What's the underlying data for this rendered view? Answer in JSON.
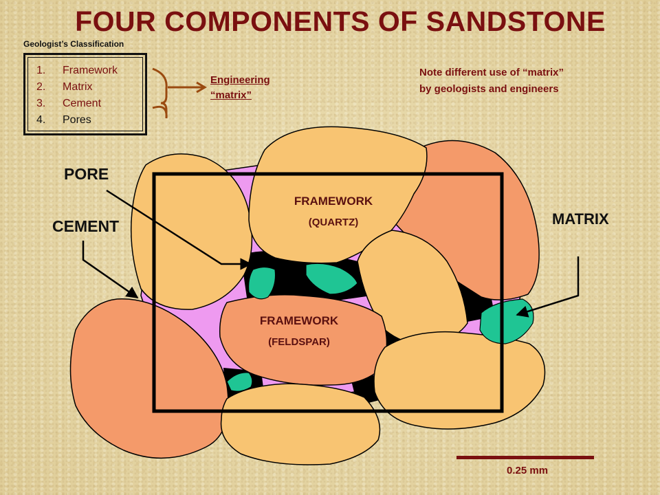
{
  "title": "FOUR COMPONENTS OF SANDSTONE",
  "classification": {
    "caption": "Geologist’s Classification",
    "items": [
      {
        "num": "1.",
        "label": "Framework"
      },
      {
        "num": "2.",
        "label": "Matrix"
      },
      {
        "num": "3.",
        "label": "Cement"
      },
      {
        "num": "4.",
        "label": "Pores"
      }
    ]
  },
  "engineering": {
    "line1": "Engineering",
    "line2": "“matrix”"
  },
  "note": {
    "line1": "Note different use of “matrix”",
    "line2": "by geologists and engineers"
  },
  "labels": {
    "pore": "PORE",
    "cement": "CEMENT",
    "matrix": "MATRIX",
    "quartz_title": "FRAMEWORK",
    "quartz_sub": "(QUARTZ)",
    "feldspar_title": "FRAMEWORK",
    "feldspar_sub": "(FELDSPAR)"
  },
  "scale": "0.25 mm",
  "colors": {
    "title": "#7a1010",
    "quartz": "#f8c472",
    "feldspar": "#f49a6a",
    "cement": "#ee9af0",
    "matrix": "#1fc594",
    "pore": "#000000",
    "bracket": "#9a4a10"
  }
}
